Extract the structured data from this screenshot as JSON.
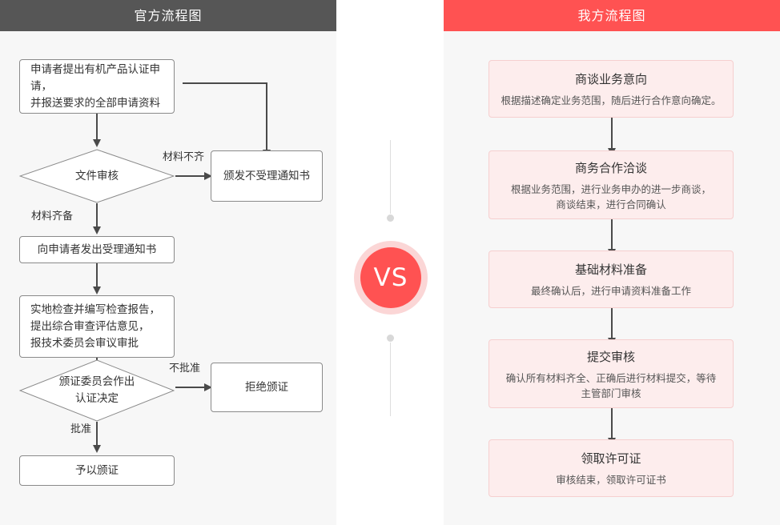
{
  "left_panel": {
    "title": "官方流程图",
    "header_color": "#565656",
    "nodes": {
      "apply": "申请者提出有机产品认证申请，\n并报送要求的全部申请资料",
      "doc_review": "文件审核",
      "reject_notice": "颁发不受理通知书",
      "accept_notice": "向申请者发出受理通知书",
      "inspection": "实地检查并编写检查报告，\n提出综合审查评估意见，\n报技术委员会审议审批",
      "decision": "颁证委员会作出\n认证决定",
      "refuse_cert": "拒绝颁证",
      "grant_cert": "予以颁证"
    },
    "edge_labels": {
      "incomplete": "材料不齐",
      "complete": "材料齐备",
      "not_approved": "不批准",
      "approved": "批准"
    }
  },
  "right_panel": {
    "title": "我方流程图",
    "header_color": "#ff5252",
    "cards": [
      {
        "title": "商谈业务意向",
        "desc": "根据描述确定业务范围，随后进行合作意向确定。"
      },
      {
        "title": "商务合作洽谈",
        "desc": "根据业务范围，进行业务申办的进一步商谈，\n商谈结束，进行合同确认"
      },
      {
        "title": "基础材料准备",
        "desc": "最终确认后，进行申请资料准备工作"
      },
      {
        "title": "提交审核",
        "desc": "确认所有材料齐全、正确后进行材料提交，等待\n主管部门审核"
      },
      {
        "title": "领取许可证",
        "desc": "审核结束，领取许可证书"
      }
    ]
  },
  "divider": {
    "vs_label": "VS",
    "badge_color": "#ff5252",
    "ring_color": "#fbd6d6",
    "line_color": "#dedede"
  }
}
